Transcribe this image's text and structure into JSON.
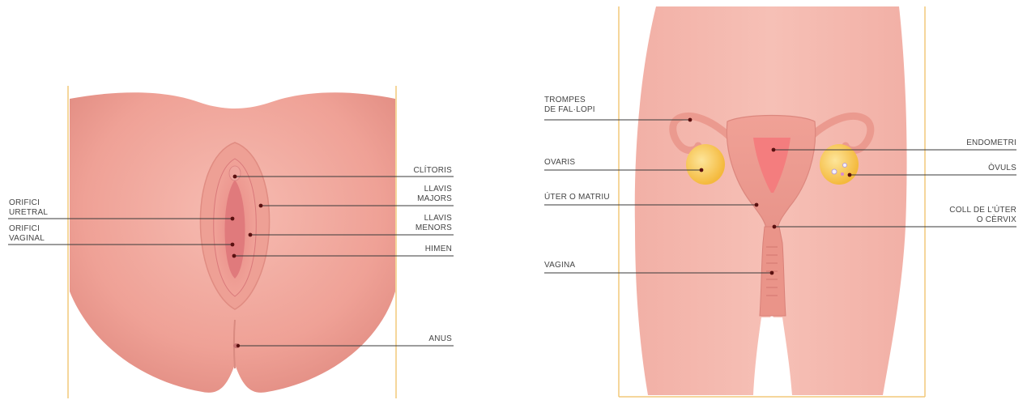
{
  "external_view": {
    "labels": {
      "clitoris": "CLÍTORIS",
      "llavis_majors_1": "LLAVIS",
      "llavis_majors_2": "MAJORS",
      "llavis_menors_1": "LLAVIS",
      "llavis_menors_2": "MENORS",
      "orifici_uretral_1": "ORIFICI",
      "orifici_uretral_2": "URETRAL",
      "orifici_vaginal_1": "ORIFICI",
      "orifici_vaginal_2": "VAGINAL",
      "himen": "HIMEN",
      "anus": "ANUS"
    }
  },
  "internal_view": {
    "labels": {
      "trompes_1": "TROMPES",
      "trompes_2": "DE FAL·LOPI",
      "ovaris": "OVARIS",
      "uter": "ÚTER O MATRIU",
      "vagina": "VAGINA",
      "endometri": "ENDOMETRI",
      "ovuls": "ÒVULS",
      "coll_1": "COLL DE L'ÚTER",
      "coll_2": "O CÈRVIX"
    }
  },
  "colors": {
    "skin": "#f0a59a",
    "skin_light": "#f6bcb2",
    "skin_dark": "#d98a80",
    "frame": "#f2c97a",
    "ovary": "#f6c24a"
  }
}
